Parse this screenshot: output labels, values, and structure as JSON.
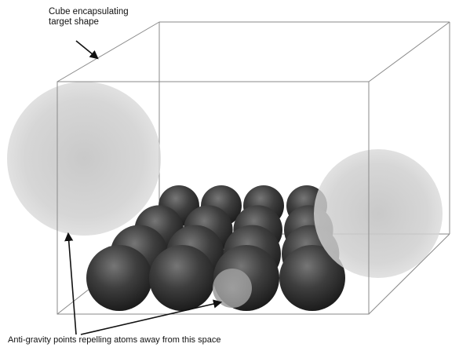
{
  "annotations": {
    "cube_label_line1": "Cube encapsulating",
    "cube_label_line2": "target shape",
    "anti_gravity_label": "Anti-gravity points repelling atoms away from this space"
  },
  "colors": {
    "background": "#ffffff",
    "cube_edge": "#8a8a8a",
    "atom": "#3c3c3c",
    "anti_gravity_sphere": "#c8c8c8",
    "arrow": "#111111"
  },
  "atoms": {
    "rows": 4,
    "columns": 4
  }
}
